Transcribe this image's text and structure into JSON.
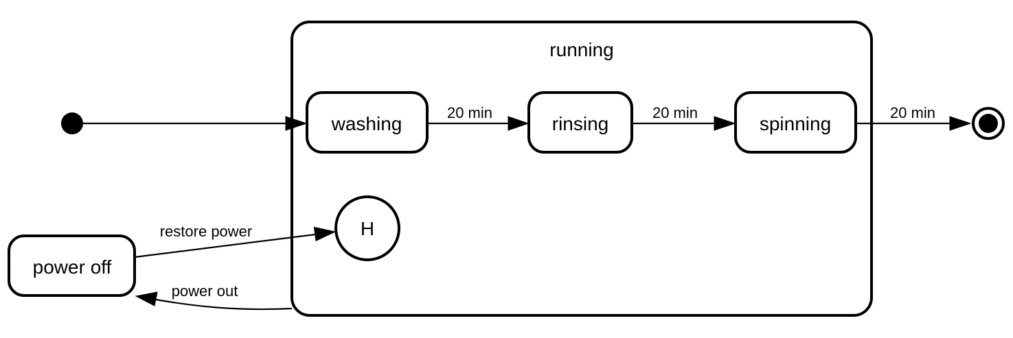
{
  "diagram": {
    "composite": {
      "label": "running"
    },
    "states": {
      "washing": "washing",
      "rinsing": "rinsing",
      "spinning": "spinning",
      "history": "H",
      "power_off": "power off"
    },
    "transitions": {
      "washing_to_rinsing": "20 min",
      "rinsing_to_spinning": "20 min",
      "spinning_to_final": "20 min",
      "restore_power": "restore power",
      "power_out": "power out"
    }
  }
}
